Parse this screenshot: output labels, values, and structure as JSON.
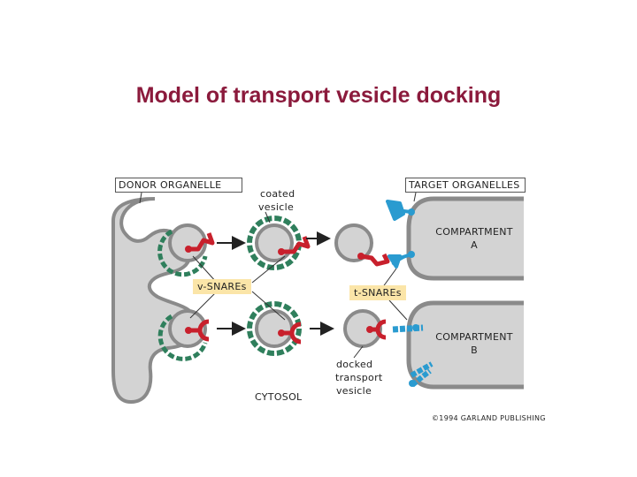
{
  "title": "Model of transport vesicle docking",
  "labels": {
    "donor": "DONOR ORGANELLE",
    "target": "TARGET ORGANELLES",
    "coated_line1": "coated",
    "coated_line2": "vesicle",
    "compA_line1": "COMPARTMENT",
    "compA_line2": "A",
    "compB_line1": "COMPARTMENT",
    "compB_line2": "B",
    "v_snares": "v-SNAREs",
    "t_snares": "t-SNAREs",
    "docked_line1": "docked",
    "docked_line2": "transport",
    "docked_line3": "vesicle",
    "cytosol": "CYTOSOL",
    "copyright": "©1994 GARLAND PUBLISHING"
  },
  "colors": {
    "title": "#8b1a3c",
    "membrane": "#8a8a8a",
    "lumen": "#d3d3d3",
    "coat": "#2f7f5c",
    "v_snare": "#c8202c",
    "t_snare": "#2a9bd0",
    "label_bg": "#fbe5a8"
  }
}
